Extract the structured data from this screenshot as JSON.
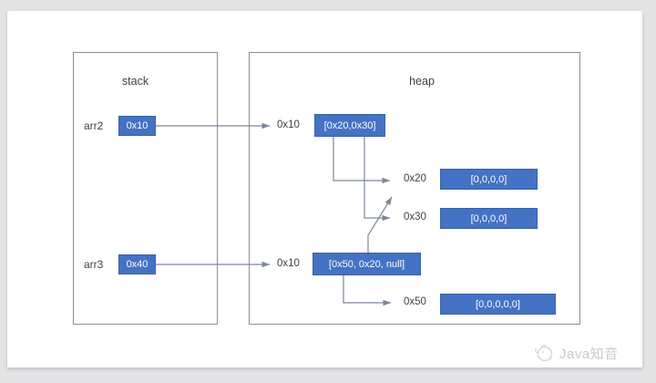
{
  "diagram": {
    "stack": {
      "title": "stack",
      "items": [
        {
          "name": "arr2",
          "value": "0x10"
        },
        {
          "name": "arr3",
          "value": "0x40"
        }
      ]
    },
    "heap": {
      "title": "heap",
      "rows": [
        {
          "address": "0x10",
          "value": "[0x20,0x30]"
        },
        {
          "address": "0x20",
          "value": "[0,0,0,0]"
        },
        {
          "address": "0x30",
          "value": "[0,0,0,0]"
        },
        {
          "address": "0x10",
          "value": "[0x50, 0x20, null]"
        },
        {
          "address": "0x50",
          "value": "[0,0,0,0,0]"
        }
      ]
    },
    "colors": {
      "node_fill": "#4472c4",
      "node_border": "#3b61a5",
      "node_text": "#ffffff",
      "connector": "#7b879a",
      "frame_border": "#87909b"
    }
  },
  "watermark": {
    "icon": "bird-doodle-icon",
    "text": "Java知音"
  }
}
